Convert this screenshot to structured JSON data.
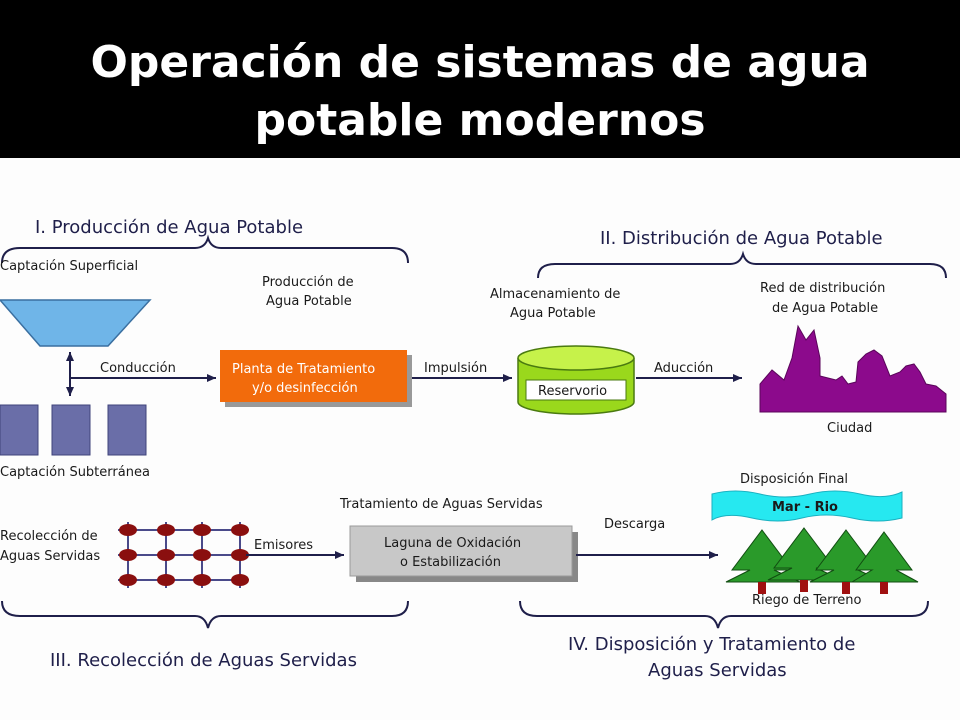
{
  "title": {
    "line1": "Operación de sistemas de agua",
    "line2": "potable modernos"
  },
  "sections": {
    "s1": "I. Producción de Agua Potable",
    "s2": "II. Distribución de Agua Potable",
    "s3": "III. Recolección de Aguas Servidas",
    "s4_line1": "IV. Disposición y Tratamiento de",
    "s4_line2": "Aguas Servidas"
  },
  "labels": {
    "captacion_superficial": "Captación Superficial",
    "produccion_line1": "Producción de",
    "produccion_line2": "Agua Potable",
    "conduccion": "Conducción",
    "planta_line1": "Planta de Tratamiento",
    "planta_line2": "y/o desinfección",
    "impulsion": "Impulsión",
    "almacen_line1": "Almacenamiento de",
    "almacen_line2": "Agua Potable",
    "reservorio": "Reservorio",
    "aduccion": "Aducción",
    "red_line1": "Red de distribución",
    "red_line2": "de Agua Potable",
    "ciudad": "Ciudad",
    "captacion_subterranea": "Captación Subterránea",
    "disposicion_final": "Disposición Final",
    "mar_rio": "Mar - Rio",
    "tratamiento_aguas": "Tratamiento de Aguas Servidas",
    "descarga": "Descarga",
    "recoleccion_line1": "Recolección de",
    "recoleccion_line2": "Aguas Servidas",
    "emisores": "Emisores",
    "laguna_line1": "Laguna de Oxidación",
    "laguna_line2": "o Estabilización",
    "riego": "Riego de Terreno"
  },
  "colors": {
    "title_bg": "#000000",
    "intake": "#6fb5e8",
    "well": "#6a6ea8",
    "plant": "#f26b0c",
    "reservoir_top": "#c6f24a",
    "reservoir_body": "#9ad81c",
    "city": "#8c0a8c",
    "water": "#26e8f0",
    "lagoon": "#c8c8c8",
    "tree": "#2a9a2a",
    "trunk": "#a01010",
    "node": "#8a0f0f"
  }
}
